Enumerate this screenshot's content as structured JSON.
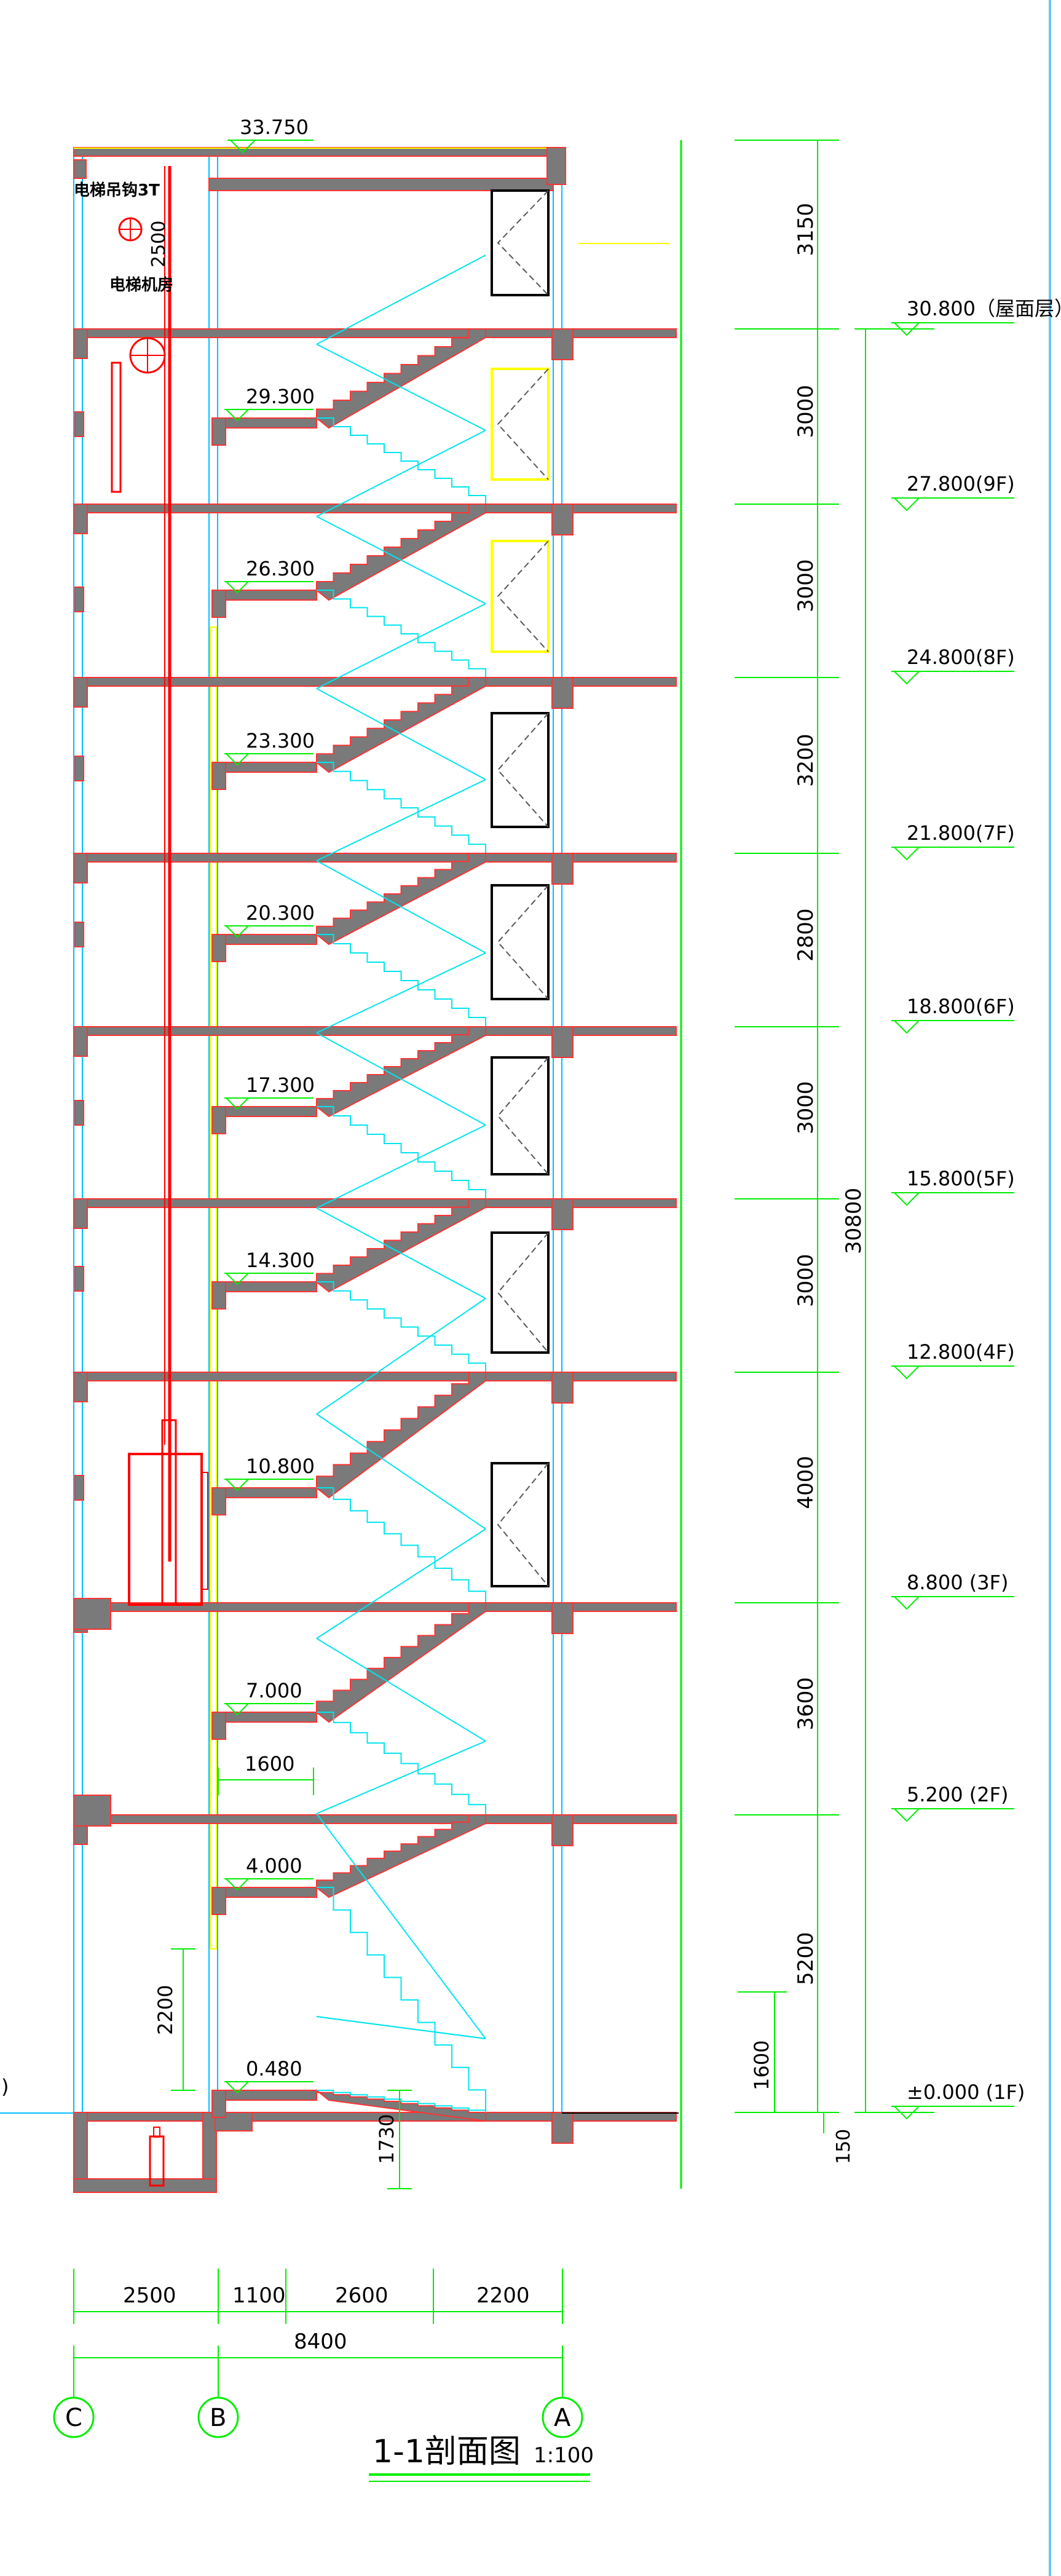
{
  "colors": {
    "background": "#ffffff",
    "dimension": "#00ee00",
    "stair": "#00e5ee",
    "wall_fill": "#7a7a7a",
    "wall_outline": "#ff3333",
    "elevator": "#ff0000",
    "yellow": "#ffff00",
    "window_frame": "#000000",
    "glass": "#00bfff",
    "border": "#69c7ee"
  },
  "title": {
    "text": "1-1剖面图",
    "scale": "1:100"
  },
  "top_elevation": "33.750",
  "room_labels": {
    "hoist": "电梯吊钩3T",
    "machine_room": "电梯机房",
    "hoist_height": "2500"
  },
  "left_partial_label": ")",
  "floor_levels": [
    {
      "label": "30.800（屋面层）"
    },
    {
      "label": "27.800(9F)"
    },
    {
      "label": "24.800(8F)"
    },
    {
      "label": "21.800(7F)"
    },
    {
      "label": "18.800(6F)"
    },
    {
      "label": "15.800(5F)"
    },
    {
      "label": "12.800(4F)"
    },
    {
      "label": "8.800  (3F)"
    },
    {
      "label": "5.200  (2F)"
    },
    {
      "label": "±0.000 (1F)"
    }
  ],
  "storey_heights": [
    "3150",
    "3000",
    "3000",
    "3200",
    "2800",
    "3000",
    "3000",
    "4000",
    "3600",
    "5200"
  ],
  "total_height": "30800",
  "bottom_small_dims": {
    "left": "1600",
    "bottom": "150"
  },
  "landing_levels": [
    "29.300",
    "26.300",
    "23.300",
    "20.300",
    "17.300",
    "14.300",
    "10.800",
    "7.000",
    "4.000",
    "0.480"
  ],
  "interior_dims": {
    "landing_width": "1600",
    "door_height": "2200",
    "pit_depth": "1730"
  },
  "horizontal_dims": {
    "segments": [
      "2500",
      "1100",
      "2600",
      "2200"
    ],
    "total": "8400"
  },
  "axes": [
    "C",
    "B",
    "A"
  ]
}
